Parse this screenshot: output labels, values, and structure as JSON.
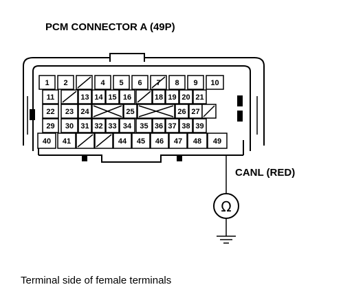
{
  "title": "PCM CONNECTOR A (49P)",
  "wire_label": "CANL (RED)",
  "meter_symbol": "Ω",
  "caption": "Terminal side of female terminals",
  "terminals": {
    "row1": [
      "1",
      "2",
      "",
      "4",
      "5",
      "6",
      "7",
      "8",
      "9",
      "10"
    ],
    "row2": [
      "11",
      "",
      "13",
      "14",
      "15",
      "16",
      "",
      "18",
      "19",
      "20",
      "21"
    ],
    "row3": [
      "22",
      "23",
      "24",
      "",
      "25",
      "",
      "26",
      "27",
      ""
    ],
    "row4": [
      "29",
      "30",
      "31",
      "32",
      "33",
      "34",
      "35",
      "36",
      "37",
      "38",
      "39"
    ],
    "row5": [
      "40",
      "41",
      "",
      "",
      "44",
      "45",
      "46",
      "47",
      "48",
      "49"
    ]
  },
  "probed_terminal": "49"
}
